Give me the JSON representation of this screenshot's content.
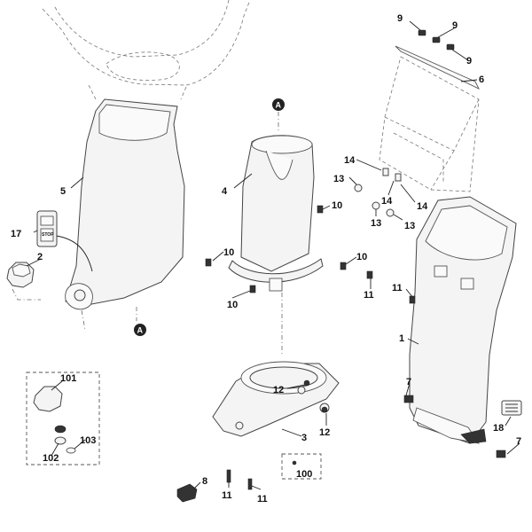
{
  "callouts": {
    "c1": "1",
    "c2": "2",
    "c3": "3",
    "c4": "4",
    "c5": "5",
    "c6": "6",
    "c7a": "7",
    "c7b": "7",
    "c8": "8",
    "c9a": "9",
    "c9b": "9",
    "c9c": "9",
    "c10a": "10",
    "c10b": "10",
    "c10c": "10",
    "c10d": "10",
    "c11a": "11",
    "c11b": "11",
    "c11c": "11",
    "c11d": "11",
    "c12a": "12",
    "c12b": "12",
    "c13a": "13",
    "c13b": "13",
    "c13c": "13",
    "c14a": "14",
    "c14b": "14",
    "c14c": "14",
    "c17": "17",
    "c18": "18",
    "c100": "100",
    "c101": "101",
    "c102": "102",
    "c103": "103"
  },
  "markers": {
    "a_top": "A",
    "a_bottom": "A"
  },
  "switch_label": "STOP"
}
